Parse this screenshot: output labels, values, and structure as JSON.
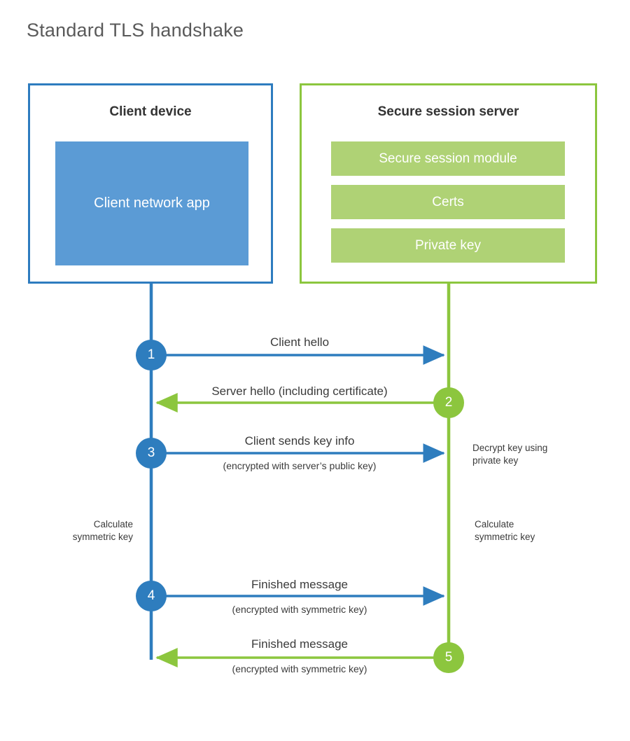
{
  "title": "Standard TLS handshake",
  "colors": {
    "blue_border": "#2E7CBF",
    "blue_fill": "#5B9BD5",
    "blue_circle": "#2E7DBE",
    "green_border": "#8CC63E",
    "green_fill": "#AFD275",
    "green_circle": "#8CC63E",
    "title_gray": "#5A5A5A",
    "text_gray": "#3B3B3B",
    "background": "#FFFFFF"
  },
  "client": {
    "title": "Client device",
    "app_label": "Client network app"
  },
  "server": {
    "title": "Secure session server",
    "blocks": [
      {
        "label": "Secure session module"
      },
      {
        "label": "Certs"
      },
      {
        "label": "Private key"
      }
    ]
  },
  "steps": [
    {
      "number": "1",
      "label": "Client hello",
      "sub": "",
      "direction": "client-to-server",
      "color": "blue"
    },
    {
      "number": "2",
      "label": "Server hello (including certificate)",
      "sub": "",
      "direction": "server-to-client",
      "color": "green"
    },
    {
      "number": "3",
      "label": "Client sends key info",
      "sub": "(encrypted with server’s public key)",
      "direction": "client-to-server",
      "color": "blue"
    },
    {
      "number": "4",
      "label": "Finished message",
      "sub": "(encrypted with symmetric key)",
      "direction": "client-to-server",
      "color": "blue"
    },
    {
      "number": "5",
      "label": "Finished message",
      "sub": "(encrypted with symmetric key)",
      "direction": "server-to-client",
      "color": "green"
    }
  ],
  "notes": {
    "decrypt_line1": "Decrypt key using",
    "decrypt_line2": "private key",
    "client_calc_line1": "Calculate",
    "client_calc_line2": "symmetric key",
    "server_calc_line1": "Calculate",
    "server_calc_line2": "symmetric key"
  }
}
